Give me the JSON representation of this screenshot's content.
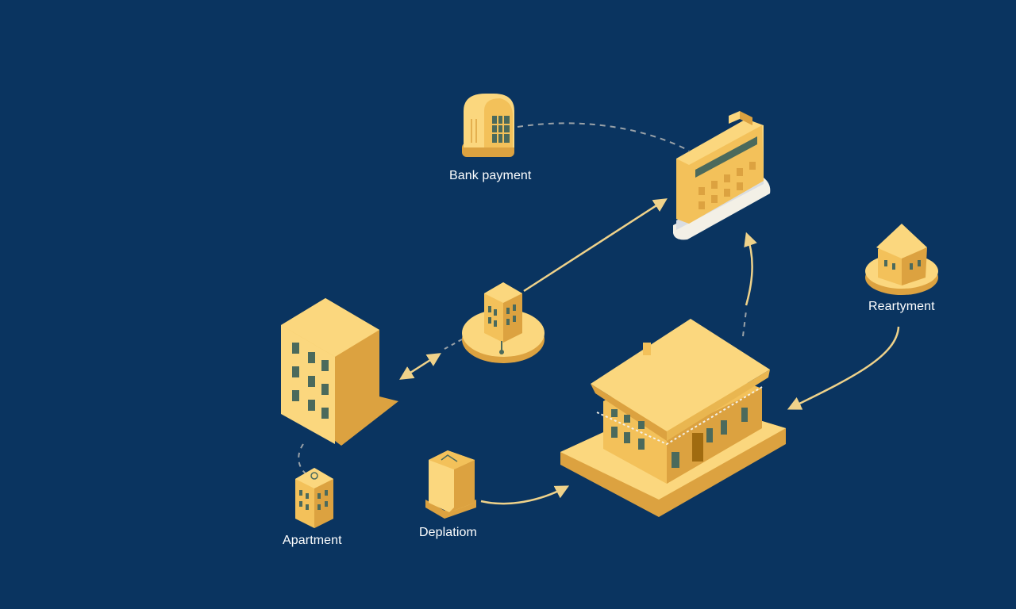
{
  "diagram": {
    "labels": {
      "bank_payment": "Bank payment",
      "rearty": "Reartyment",
      "apartment": "Apartment",
      "deplatiom": "Deplatiom"
    },
    "nodes": [
      {
        "id": "bank-payment-atm",
        "icon": "atm-kiosk-icon"
      },
      {
        "id": "bank-building",
        "icon": "bank-card-building-icon"
      },
      {
        "id": "small-tower",
        "icon": "small-tower-on-disc-icon"
      },
      {
        "id": "rearty-house",
        "icon": "small-house-on-disc-icon"
      },
      {
        "id": "office-block",
        "icon": "office-block-icon"
      },
      {
        "id": "apartment",
        "icon": "apartment-building-icon"
      },
      {
        "id": "deposit-box",
        "icon": "deposit-box-icon"
      },
      {
        "id": "main-house",
        "icon": "large-house-icon"
      }
    ],
    "colors": {
      "background": "#0a3460",
      "gold_light": "#fbd77e",
      "gold_mid": "#f3c15a",
      "gold_dark": "#dca240",
      "window": "#4b6a5c",
      "arrow": "#efd28a",
      "dashed": "#9aa2a8"
    }
  }
}
